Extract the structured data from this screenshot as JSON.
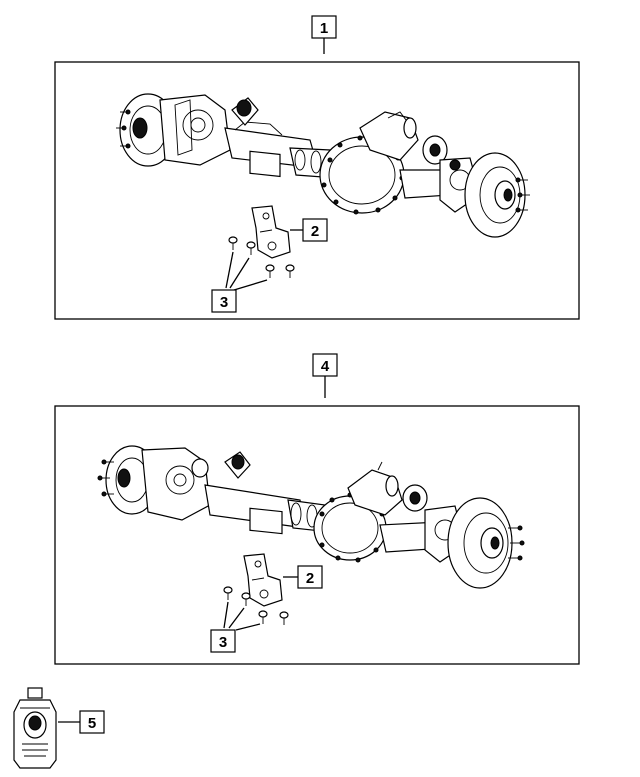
{
  "callouts": {
    "c1": "1",
    "c2a": "2",
    "c3a": "3",
    "c4": "4",
    "c2b": "2",
    "c3b": "3",
    "c5": "5"
  },
  "icons": {
    "axle_top": "front-axle-assembly-icon",
    "axle_bottom": "front-axle-assembly-icon",
    "bracket": "mounting-bracket-icon",
    "bolt": "bolt-icon",
    "bottle": "fluid-bottle-icon"
  },
  "colors": {
    "line": "#000000",
    "background": "#ffffff"
  }
}
